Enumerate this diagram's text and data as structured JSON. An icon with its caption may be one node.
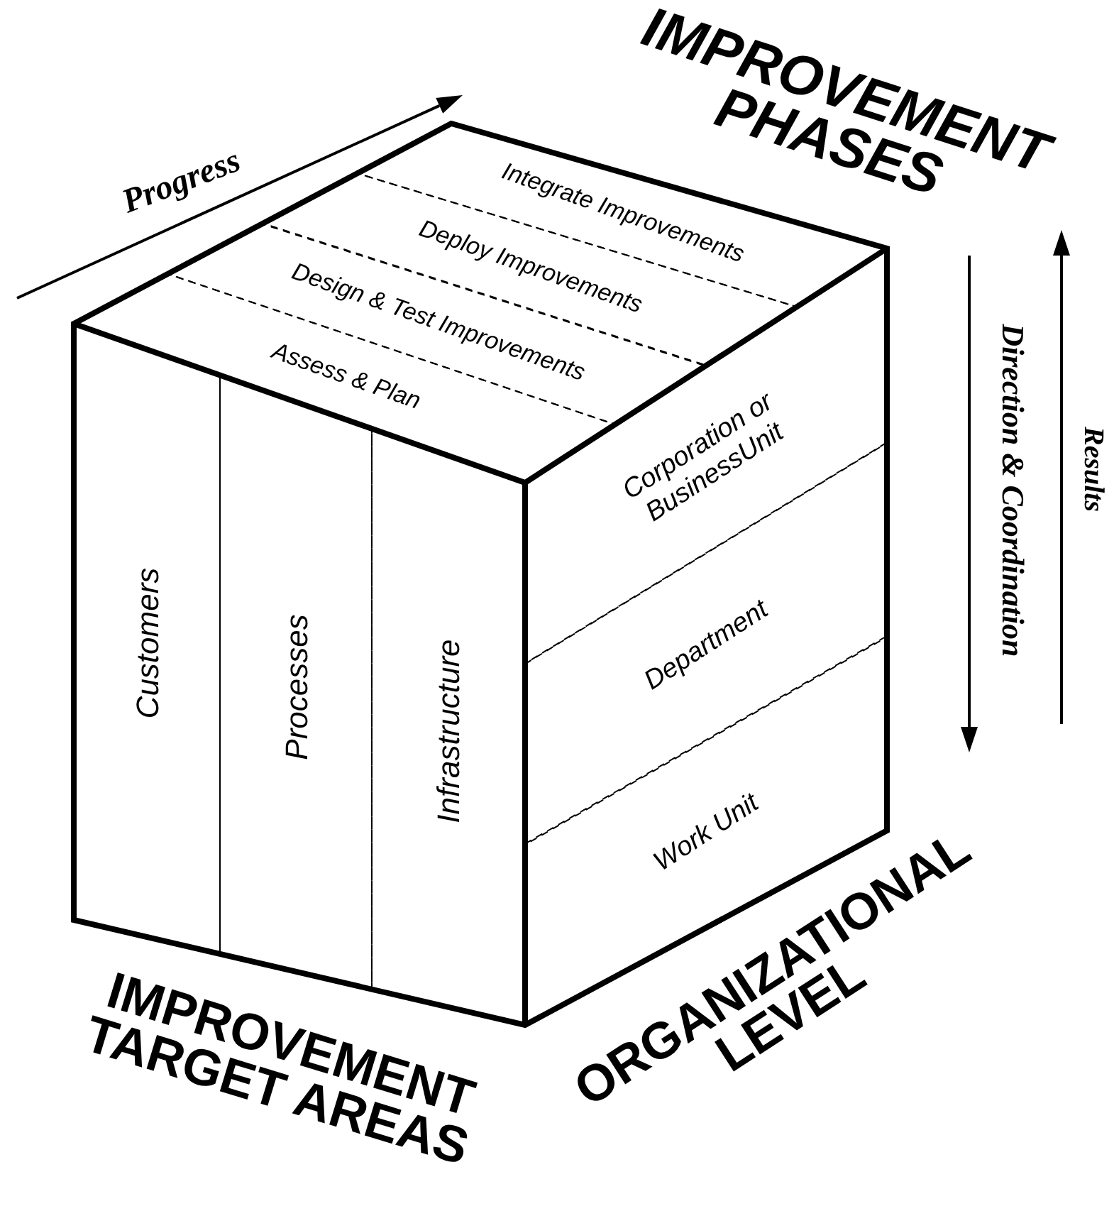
{
  "diagram": {
    "nodes": [
      {
        "text": [
          "Integrate Improvements"
        ]
      },
      {
        "text": [
          "Deploy Improvements"
        ]
      },
      {
        "text": [
          "Design & Test Improvements"
        ]
      },
      {
        "text": [
          "Assess & Plan"
        ]
      },
      {
        "text": [
          "Customers"
        ]
      },
      {
        "text": [
          "Processes"
        ]
      },
      {
        "text": [
          "Infrastructure"
        ]
      },
      {
        "text": [
          "Corporation or BusinessUnit"
        ]
      },
      {
        "text": [
          "Department"
        ]
      },
      {
        "text": [
          "Work Unit"
        ]
      }
    ],
    "labels": [
      "IMPROVEMENT PHASES",
      "Progress",
      "Direction & Coordination",
      "Results",
      "IMPROVEMENT TARGET AREAS",
      "ORGANIZATIONAL LEVEL"
    ]
  }
}
